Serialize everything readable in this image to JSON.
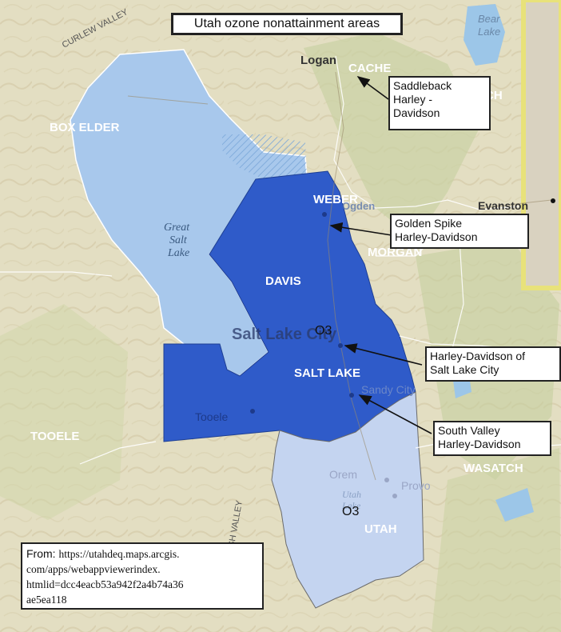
{
  "title": "Utah ozone nonattainment areas",
  "counties": {
    "box_elder": "BOX ELDER",
    "cache": "CACHE",
    "rich": "RICH",
    "weber": "WEBER",
    "morgan": "MORGAN",
    "davis": "DAVIS",
    "salt_lake": "SALT LAKE",
    "tooele": "TOOELE",
    "wasatch": "WASATCH",
    "utah": "UTAH"
  },
  "places": {
    "logan": "Logan",
    "evanston": "Evanston",
    "salt_lake_city": "Salt Lake City",
    "sandy": "Sandy City",
    "tooele_city": "Tooele",
    "orem": "Orem",
    "provo": "Provo",
    "utah_lake": "Utah Lake",
    "bear_lake": "Bear Lake",
    "great_salt_lake": "Great Salt Lake",
    "ogden": "Ogden",
    "curlew": "CURLEW VALLEY",
    "rush": "RUSH VALLEY"
  },
  "ozone_labels": [
    "O3",
    "O3"
  ],
  "dealers": [
    {
      "name": "Saddleback Harley - Davidson",
      "lines": [
        "Saddleback",
        "Harley -",
        "Davidson"
      ]
    },
    {
      "name": "Golden Spike Harley-Davidson",
      "lines": [
        "Golden Spike",
        "Harley-Davidson"
      ]
    },
    {
      "name": "Harley-Davidson of Salt Lake City",
      "lines": [
        "Harley-Davidson of",
        "Salt Lake City"
      ]
    },
    {
      "name": "South Valley Harley-Davidson",
      "lines": [
        "South Valley",
        "Harley-Davidson"
      ]
    }
  ],
  "source": {
    "label": "From: ",
    "url_lines": [
      "https://utahdeq.maps.arcgis.",
      "com/apps/webappviewerindex.",
      "htmlid=dcc4eacb53a942f2a4b74a36",
      "ae5ea118"
    ]
  },
  "colors": {
    "terrain": "#e2dcc0",
    "nonattainment_dark": "#2f5bc9",
    "nonattainment_light_blue": "#a8c8ec",
    "nonattainment_pale": "#c4d4f0",
    "water": "#9cc6e8"
  }
}
